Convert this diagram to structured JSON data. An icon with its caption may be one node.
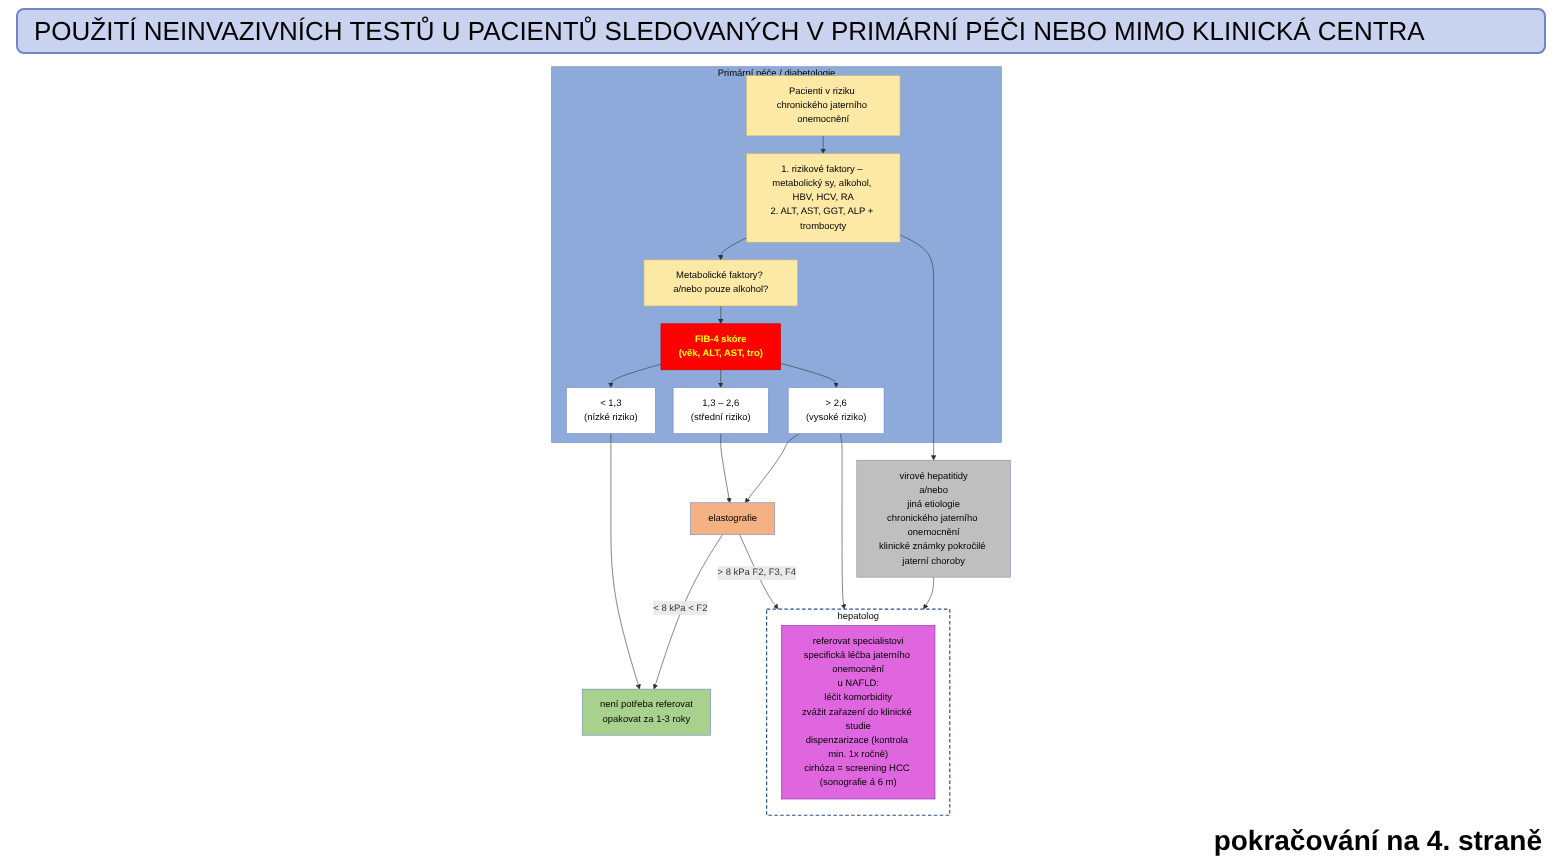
{
  "diagram": {
    "title": "POUŽITÍ NEINVAZIVNÍCH TESTŮ U PACIENTŮ SLEDOVANÝCH V PRIMÁRNÍ PÉČI NEBO MIMO KLINICKÁ CENTRA",
    "nodes": [
      {
        "text": [
          "Primární péče / diabetologie"
        ]
      },
      {
        "text": [
          "Pacienti v riziku chronického jaterního onemocnění"
        ],
        "in": 0
      },
      {
        "text": [
          "1. rizikové faktory – metabolický sy, alkohol, HBV, HCV, RA",
          "2. ALT, AST, GGT, ALP + trombocyty"
        ],
        "in": 0
      },
      {
        "text": [
          "Metabolické faktory? a/nebo pouze alkohol?"
        ],
        "in": 0
      },
      {
        "text": [
          "FIB-4 skóre",
          "(věk, ALT, AST, tro)"
        ],
        "in": 0
      },
      {
        "text": [
          "< 1,3",
          "(nízké riziko)"
        ],
        "in": 0
      },
      {
        "text": [
          "1,3 – 2,6",
          "(střední riziko)"
        ],
        "in": 0
      },
      {
        "text": [
          "> 2,6",
          "(vysoké riziko)"
        ],
        "in": 0
      },
      {
        "text": [
          "virové hepatitidy",
          "a/nebo",
          "jiná etiologie",
          "chronického jaterního onemocnění",
          "klinické známky pokročilé jaterní choroby"
        ]
      },
      {
        "text": [
          "hepatolog"
        ]
      },
      {
        "text": [
          "referovat specialistovi",
          "specifická léčba jaterního onemocnění",
          "u NAFLD:",
          "léčit komorbidity",
          "zvážit zařazení do klinické studie",
          "dispenzarizace (kontrola min. 1x ročně)",
          "cirhóza = screening HCC (sonografie á 6 m)"
        ],
        "in": 9
      },
      {
        "text": [
          "není potřeba referovat",
          "opakovat za 1-3 roky"
        ]
      },
      {
        "text": [
          "elastografie"
        ]
      }
    ],
    "edges": [
      {
        "from": 1,
        "to": 2,
        "arrow": "to"
      },
      {
        "from": 2,
        "to": 3,
        "arrow": "to"
      },
      {
        "from": 3,
        "to": 4,
        "arrow": "to"
      },
      {
        "from": 4,
        "to": 5,
        "arrow": "to"
      },
      {
        "from": 4,
        "to": 6,
        "arrow": "to"
      },
      {
        "from": 4,
        "to": 7,
        "arrow": "to"
      },
      {
        "from": 2,
        "to": 8,
        "arrow": "to"
      },
      {
        "from": 8,
        "to": 9,
        "arrow": "to"
      },
      {
        "from": 7,
        "to": 9,
        "arrow": "to"
      },
      {
        "from": 5,
        "to": 11,
        "arrow": "to"
      },
      {
        "from": 6,
        "to": 12,
        "arrow": "to"
      },
      {
        "from": 7,
        "to": 12,
        "arrow": "to"
      },
      {
        "from": 12,
        "to": 11,
        "arrow": "to",
        "label": "< 8 kPa < F2"
      },
      {
        "from": 12,
        "to": 9,
        "arrow": "to",
        "label": "> 8 kPa F2, F3, F4"
      }
    ],
    "labels": [
      "pokračování na 4. straně"
    ]
  }
}
